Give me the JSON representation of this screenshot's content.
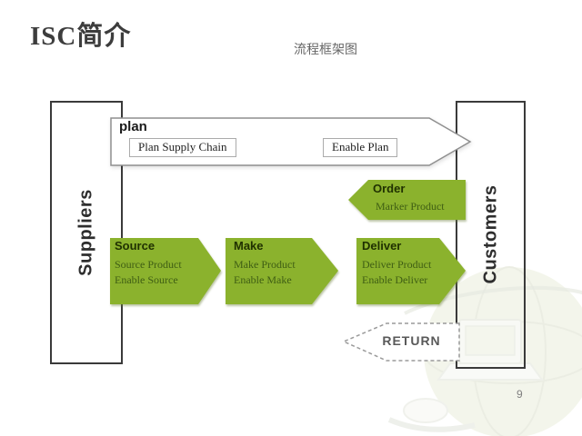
{
  "slide": {
    "title": "ISC简介",
    "subtitle": "流程框架图",
    "page_number": "9"
  },
  "sides": {
    "suppliers": "Suppliers",
    "customers": "Customers"
  },
  "plan": {
    "label": "plan",
    "box1": "Plan Supply Chain",
    "box2": "Enable Plan"
  },
  "arrows": {
    "order": {
      "title": "Order",
      "lines": [
        "Marker Product"
      ]
    },
    "source": {
      "title": "Source",
      "lines": [
        "Source Product",
        "Enable Source"
      ]
    },
    "make": {
      "title": "Make",
      "lines": [
        "Make Product",
        "Enable Make"
      ]
    },
    "deliver": {
      "title": "Deliver",
      "lines": [
        "Deliver Product",
        "Enable Deliver"
      ]
    },
    "return_arrow": {
      "title": "RETURN"
    }
  },
  "colors": {
    "arrow_green": "#8BB22D",
    "arrow_title_text": "#1F3000",
    "arrow_body_text": "#3F5E14",
    "box_border": "#3A3A3A",
    "banner_border": "#8F8F8F",
    "title_text": "#3D3D3D",
    "subtitle_text": "#666666",
    "return_text": "#595959",
    "page_number_text": "#808080"
  },
  "watermark": {
    "name": "globe-and-computer-clipart"
  }
}
